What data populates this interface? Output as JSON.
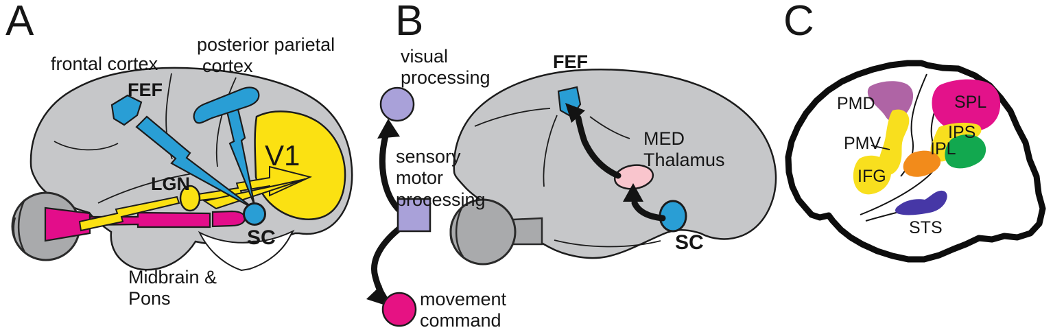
{
  "figure": {
    "description_visible": "three-panel brain pathway schematic"
  },
  "panels": {
    "a": {
      "letter": "A",
      "labels": {
        "frontal_cortex": "frontal cortex",
        "ppc_line1": "posterior parietal",
        "ppc_line2": "cortex",
        "fef": "FEF",
        "v1": "V1",
        "lgn": "LGN",
        "sc": "SC",
        "midbrain_pons": "Midbrain &\nPons"
      }
    },
    "b": {
      "letter": "B",
      "labels": {
        "visual_processing": "visual\nprocessing",
        "sensory_motor_processing": "sensory\nmotor\nprocessing",
        "movement_command": "movement\ncommand",
        "fef": "FEF",
        "med_thalamus": "MED\nThalamus",
        "sc": "SC"
      }
    },
    "c": {
      "letter": "C",
      "labels": {
        "pmd": "PMD",
        "spl": "SPL",
        "pmv": "PMV",
        "ips": "IPS",
        "ipl": "IPL",
        "ifg": "IFG",
        "sts": "STS"
      }
    }
  },
  "colors": {
    "cyan": "#299ED5",
    "yellow": "#FBE112",
    "magenta": "#E30D8A",
    "brain_gray": "#C6C7C9",
    "eye_gray": "#A9AAAC",
    "white": "#FFFFFF",
    "purple_light": "#A9A1D9",
    "pink_thalamus": "#F9C5CD",
    "flow_magenta": "#E61283",
    "pmd_purple": "#AF64A5",
    "spl_magenta": "#E3128A",
    "region_yellow": "#F8DF1E",
    "ipl_orange": "#F28B1B",
    "green": "#12A84F",
    "sts_indigo": "#4637A6",
    "arrow_black": "#131313"
  }
}
